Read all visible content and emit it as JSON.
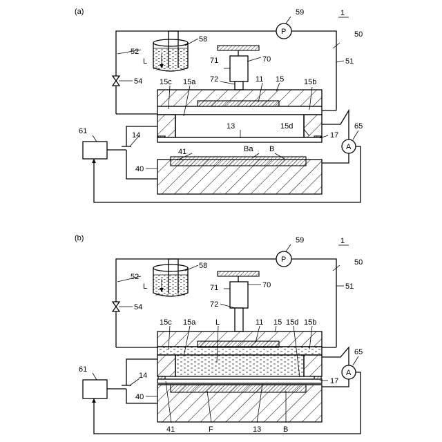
{
  "panels": [
    {
      "id": "a",
      "panel_label": "(a)",
      "device_ref": "1",
      "labels": {
        "pump": "P",
        "r59": "59",
        "r50": "50",
        "r52": "52",
        "r58": "58",
        "r71": "71",
        "r70": "70",
        "rL_tank": "L",
        "r51": "51",
        "r54": "54",
        "r72": "72",
        "r11": "11",
        "r15": "15",
        "r15c": "15c",
        "r15a": "15a",
        "r15b": "15b",
        "r14": "14",
        "r13": "13",
        "r15d": "15d",
        "r17": "17",
        "r61": "61",
        "r65": "65",
        "ammeter": "A",
        "r41": "41",
        "rBa": "Ba",
        "rB": "B",
        "r40": "40"
      }
    },
    {
      "id": "b",
      "panel_label": "(b)",
      "device_ref": "1",
      "labels": {
        "pump": "P",
        "r59": "59",
        "r50": "50",
        "r52": "52",
        "r58": "58",
        "r71": "71",
        "r70": "70",
        "rL_tank": "L",
        "r51": "51",
        "r54": "54",
        "r72": "72",
        "r15c": "15c",
        "r15a": "15a",
        "rL_cell": "L",
        "r11": "11",
        "r15": "15",
        "r15d": "15d",
        "r15b": "15b",
        "r65": "65",
        "ammeter": "A",
        "r61": "61",
        "r14": "14",
        "r40": "40",
        "r17": "17",
        "r41": "41",
        "rF": "F",
        "r13": "13",
        "rB": "B"
      }
    }
  ]
}
